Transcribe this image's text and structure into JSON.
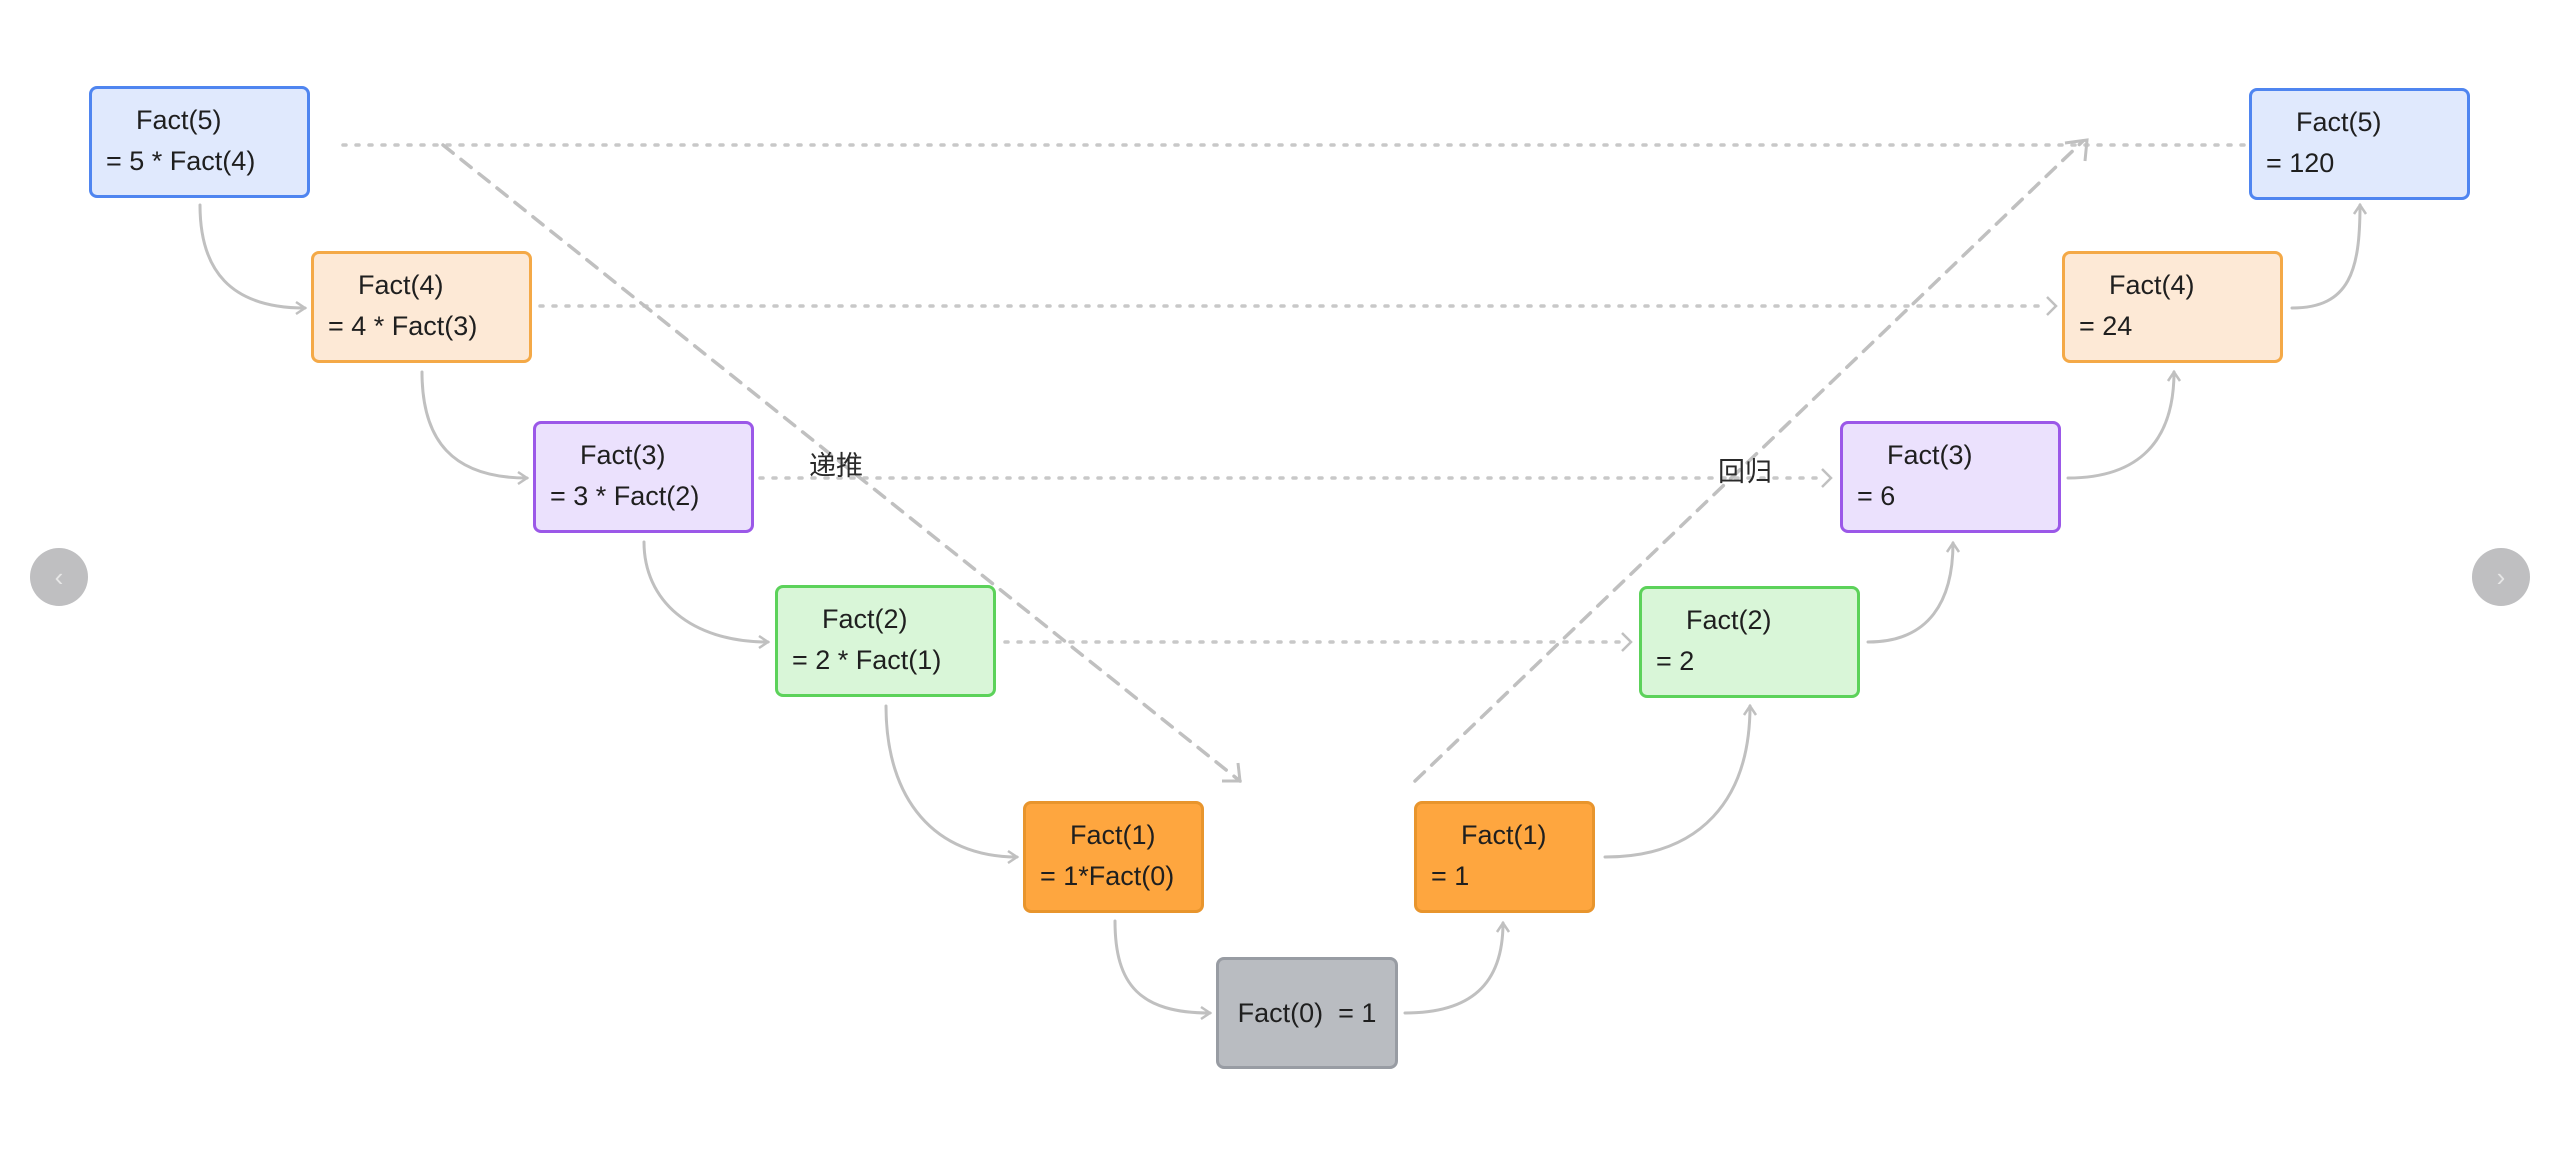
{
  "diagram": {
    "descend_label": "递推",
    "ascend_label": "回归",
    "descent": [
      {
        "title": "Fact(5)",
        "expr": "= 5 * Fact(4)"
      },
      {
        "title": "Fact(4)",
        "expr": "= 4 * Fact(3)"
      },
      {
        "title": "Fact(3)",
        "expr": "= 3 * Fact(2)"
      },
      {
        "title": "Fact(2)",
        "expr": "= 2 * Fact(1)"
      },
      {
        "title": "Fact(1)",
        "expr": "= 1*Fact(0)"
      }
    ],
    "base": {
      "text": "Fact(0)  = 1"
    },
    "ascent": [
      {
        "title": "Fact(1)",
        "expr": "= 1"
      },
      {
        "title": "Fact(2)",
        "expr": "= 2"
      },
      {
        "title": "Fact(3)",
        "expr": "= 6"
      },
      {
        "title": "Fact(4)",
        "expr": "= 24"
      },
      {
        "title": "Fact(5)",
        "expr": "= 120"
      }
    ]
  },
  "nav": {
    "prev_glyph": "‹",
    "next_glyph": "›"
  },
  "colors": {
    "level5_fill": "#e0e9fd",
    "level5_border": "#4f85f0",
    "level4_fill": "#fde9d6",
    "level4_border": "#f4a947",
    "level3_fill": "#ebe1fd",
    "level3_border": "#9b58e8",
    "level2_fill": "#d9f6d8",
    "level2_border": "#5cd25a",
    "level1_fill": "#fea63f",
    "level1_border": "#e8952d",
    "base_fill": "#b9bcc1",
    "base_border": "#989ca3",
    "connector": "#c0c0c0"
  }
}
